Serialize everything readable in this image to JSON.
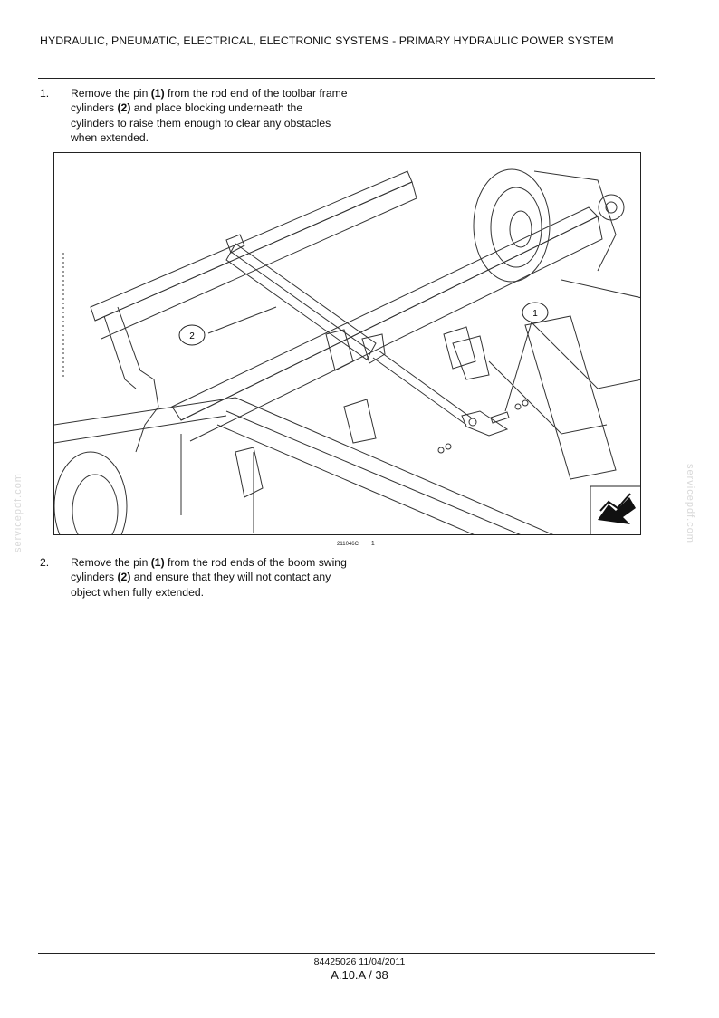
{
  "header": {
    "title": "HYDRAULIC, PNEUMATIC, ELECTRICAL, ELECTRONIC SYSTEMS - PRIMARY HYDRAULIC POWER SYSTEM"
  },
  "steps": [
    {
      "number": "1.",
      "segments": [
        "Remove the pin ",
        "(1)",
        " from the rod end of the toolbar frame cylinders ",
        "(2)",
        " and place blocking underneath the cylinders to raise them enough to clear any obstacles when extended."
      ]
    },
    {
      "number": "2.",
      "segments": [
        "Remove the pin ",
        "(1)",
        " from the rod ends of the boom swing cylinders ",
        "(2)",
        " and ensure that they will not contact any object when fully extended."
      ]
    }
  ],
  "figure": {
    "caption_code": "211046C",
    "caption_number": "1",
    "callouts": [
      "1",
      "2"
    ]
  },
  "watermark": {
    "text": "servicepdf.com"
  },
  "footer": {
    "doc_ref": "84425026 11/04/2011",
    "page": "A.10.A / 38"
  },
  "colors": {
    "text": "#111111",
    "line": "#222222",
    "watermark": "#d8d8d8"
  }
}
